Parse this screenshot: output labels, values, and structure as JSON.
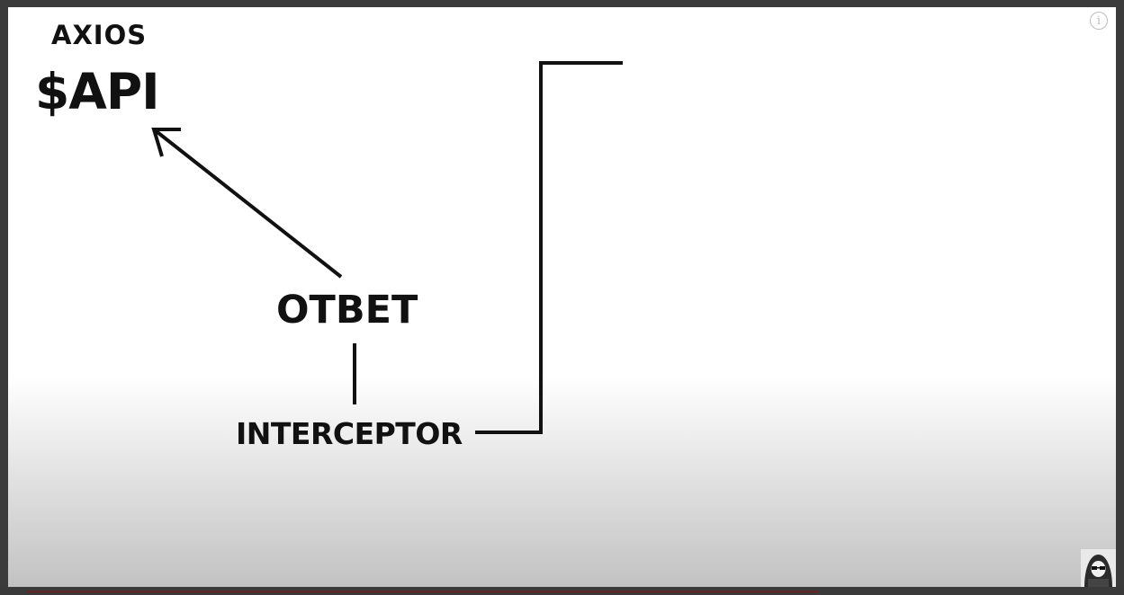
{
  "diagram": {
    "axios_label": "AXIOS",
    "api_label": "$API",
    "response_label": "OTBET",
    "interceptor_label": "INTERCEPTOR"
  },
  "icons": {
    "info": "info-icon",
    "avatar": "hacker-avatar-icon"
  },
  "colors": {
    "ink": "#111111",
    "frame": "#3b3b3b",
    "background": "#ffffff"
  }
}
